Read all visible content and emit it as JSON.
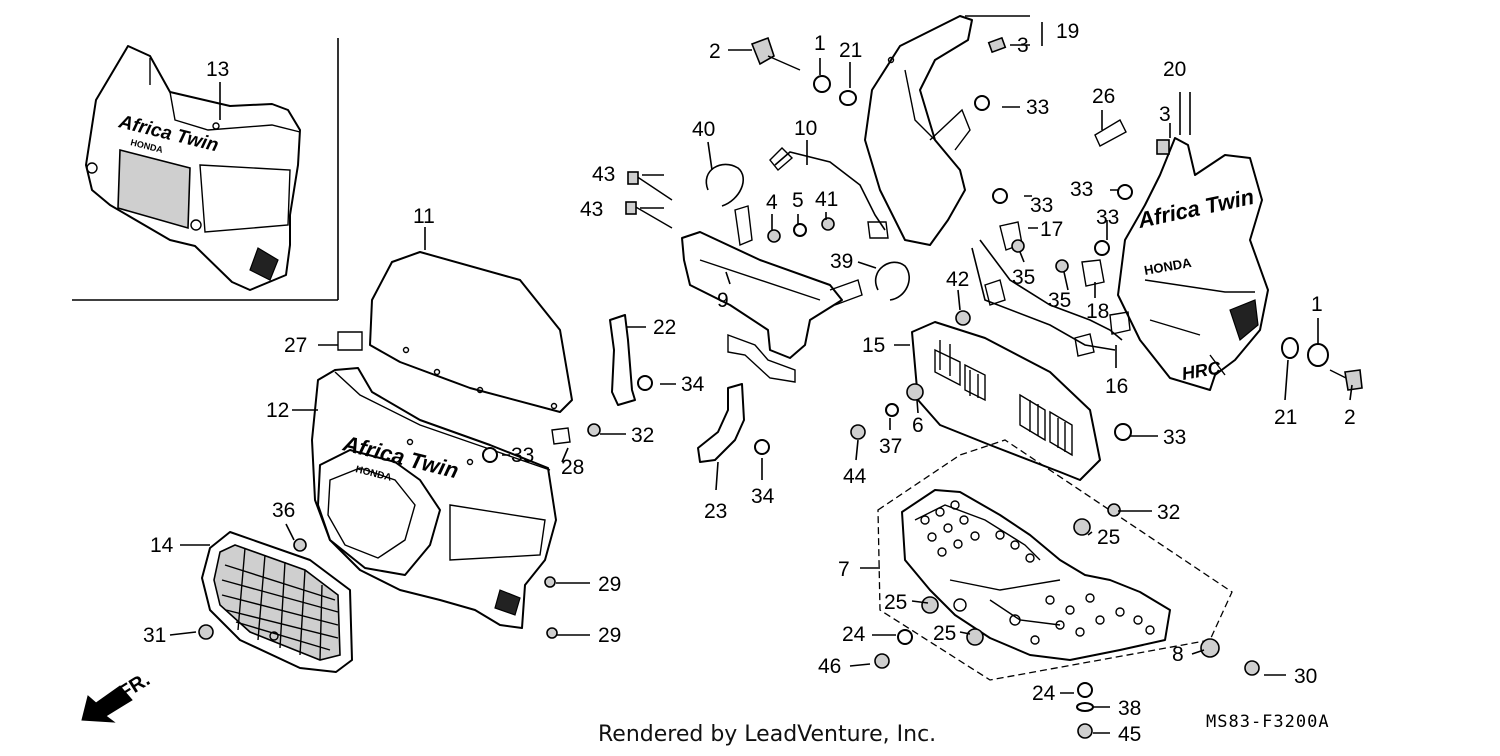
{
  "credit": "Rendered by LeadVenture, Inc.",
  "diagram_code": "MS83-F3200A",
  "direction_label": "FR.",
  "decal_text": {
    "africa_twin": "Africa Twin",
    "honda": "HONDA",
    "hrc": "HRC"
  },
  "callouts": [
    {
      "id": "c1a",
      "text": "1"
    },
    {
      "id": "c2a",
      "text": "2"
    },
    {
      "id": "c21a",
      "text": "21"
    },
    {
      "id": "c3a",
      "text": "3"
    },
    {
      "id": "c19",
      "text": "19"
    },
    {
      "id": "c13",
      "text": "13"
    },
    {
      "id": "c40",
      "text": "40"
    },
    {
      "id": "c10",
      "text": "10"
    },
    {
      "id": "c33a",
      "text": "33"
    },
    {
      "id": "c26",
      "text": "26"
    },
    {
      "id": "c20",
      "text": "20"
    },
    {
      "id": "c3b",
      "text": "3"
    },
    {
      "id": "c43a",
      "text": "43"
    },
    {
      "id": "c43b",
      "text": "43"
    },
    {
      "id": "c4",
      "text": "4"
    },
    {
      "id": "c5",
      "text": "5"
    },
    {
      "id": "c41",
      "text": "41"
    },
    {
      "id": "c33b",
      "text": "33"
    },
    {
      "id": "c33c",
      "text": "33"
    },
    {
      "id": "c33d",
      "text": "33"
    },
    {
      "id": "c11",
      "text": "11"
    },
    {
      "id": "c17",
      "text": "17"
    },
    {
      "id": "c39",
      "text": "39"
    },
    {
      "id": "c9",
      "text": "9"
    },
    {
      "id": "c42",
      "text": "42"
    },
    {
      "id": "c35a",
      "text": "35"
    },
    {
      "id": "c35b",
      "text": "35"
    },
    {
      "id": "c18",
      "text": "18"
    },
    {
      "id": "c27",
      "text": "27"
    },
    {
      "id": "c22",
      "text": "22"
    },
    {
      "id": "c15",
      "text": "15"
    },
    {
      "id": "c1b",
      "text": "1"
    },
    {
      "id": "c16",
      "text": "16"
    },
    {
      "id": "c12",
      "text": "12"
    },
    {
      "id": "c34a",
      "text": "34"
    },
    {
      "id": "c21b",
      "text": "21"
    },
    {
      "id": "c2b",
      "text": "2"
    },
    {
      "id": "c32a",
      "text": "32"
    },
    {
      "id": "c6",
      "text": "6"
    },
    {
      "id": "c37",
      "text": "37"
    },
    {
      "id": "c33e",
      "text": "33"
    },
    {
      "id": "c33f",
      "text": "33"
    },
    {
      "id": "c28",
      "text": "28"
    },
    {
      "id": "c44",
      "text": "44"
    },
    {
      "id": "c34b",
      "text": "34"
    },
    {
      "id": "c36",
      "text": "36"
    },
    {
      "id": "c23",
      "text": "23"
    },
    {
      "id": "c32b",
      "text": "32"
    },
    {
      "id": "c14",
      "text": "14"
    },
    {
      "id": "c25a",
      "text": "25"
    },
    {
      "id": "c7",
      "text": "7"
    },
    {
      "id": "c29a",
      "text": "29"
    },
    {
      "id": "c25b",
      "text": "25"
    },
    {
      "id": "c25c",
      "text": "25"
    },
    {
      "id": "c31",
      "text": "31"
    },
    {
      "id": "c29b",
      "text": "29"
    },
    {
      "id": "c24a",
      "text": "24"
    },
    {
      "id": "c8",
      "text": "8"
    },
    {
      "id": "c46",
      "text": "46"
    },
    {
      "id": "c30",
      "text": "30"
    },
    {
      "id": "c24b",
      "text": "24"
    },
    {
      "id": "c38",
      "text": "38"
    },
    {
      "id": "c45",
      "text": "45"
    }
  ]
}
